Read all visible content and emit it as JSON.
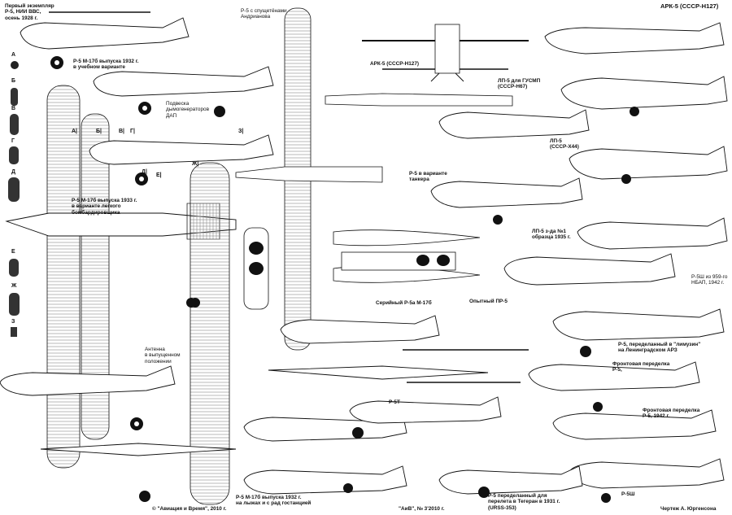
{
  "labels": {
    "first_prototype": "Первый экземпляр\nР-5, НИИ ВВС,\nосень 1928 г.",
    "p5_andrianov": "Р-5 с спущетёнами\nАндрианова",
    "p5_m17b_1932_training": "Р-5 М-17б выпуска 1932 г.\nв учебном варианте",
    "smoke_generators": "Подвеска\nдымогенераторов\nДАП",
    "p5_m17b_1933_bomber": "Р-5 М-17б выпуска 1933 г.\nв варианте легкого\nбомбардировщика",
    "antenna": "Антенна\nв выпущенном\nположении",
    "ark5_top": "АРК-5 (СССР-Н127)",
    "ark5_mid": "АРК-5 (СССР-Н127)",
    "lp5_gusmp": "ЛП-5 для ГУСМП\n(СССР-Н67)",
    "lp5_x44": "ЛП-5\n(СССР-Х44)",
    "p5_tanker": "Р-5 в варианте\nтанкера",
    "lp5_1935": "ЛП-5 з-да №1\nобразца 1935 г.",
    "serial_p5a": "Серийный Р-5а М-17б",
    "experimental_pr5": "Опытный ПР-5",
    "p5sh_959": "Р-5Ш из 959-го\nНБАП, 1942 г.",
    "p5_limuzin": "Р-5, переделанный в \"лимузин\"\nна Ленинградском АРЗ",
    "front_conv_p5": "Фронтовая переделка\nР-5,",
    "front_conv_1942": "Фронтовая переделка\nР-5, 1942 г.",
    "p5t": "Р-5Т",
    "p5_m17b_1932_skis": "Р-5 М-17б выпуска 1932 г.\nна лыжах и с рад гостанцией",
    "p5_tehran": "Р-5 переделанный для\nперелета в Тегеран в 1931 г.\n(URSS-353)",
    "p5sh": "Р-5Ш",
    "copyright": "© \"Авиация и Время\", 2010 г.",
    "magazine": "\"АиВ\", № 3'2010 г.",
    "author": "Чертеж А. Юргенсона"
  },
  "section_marks": [
    "А|",
    "Б|",
    "В|",
    "Г|",
    "Д|",
    "Е|",
    "Ж|",
    "З|"
  ],
  "sidebar_letters": [
    "А",
    "Б",
    "В",
    "Г",
    "Д",
    "Е",
    "Ж",
    "З"
  ],
  "colors": {
    "ink": "#111111",
    "paper": "#ffffff",
    "mid": "#9a9a9a",
    "shade": "#3a3a3a"
  }
}
